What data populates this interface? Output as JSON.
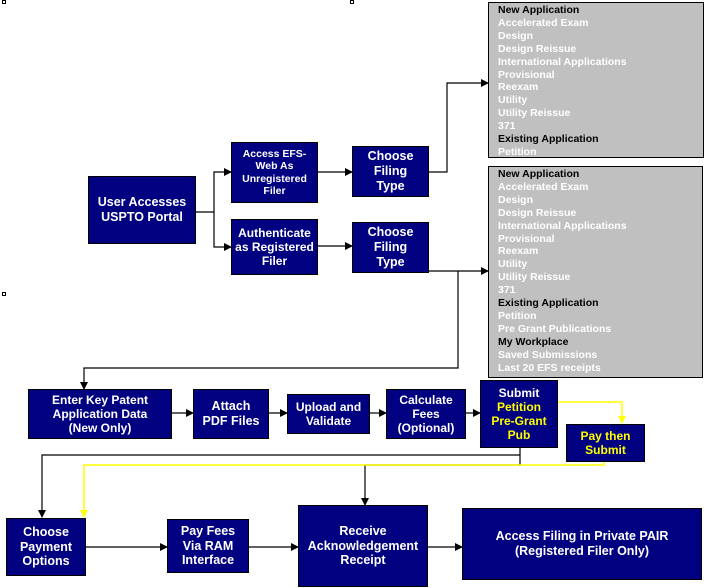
{
  "boxes": {
    "user_accesses": "User Accesses\nUSPTO Portal",
    "access_efs": "Access EFS-\nWeb As\nUnregistered\nFiler",
    "authenticate": "Authenticate\nas Registered\nFiler",
    "choose_filing_1": "Choose\nFiling\nType",
    "choose_filing_2": "Choose\nFiling\nType",
    "enter_key": "Enter Key Patent\nApplication Data\n(New Only)",
    "attach_pdf": "Attach\nPDF Files",
    "upload_validate": "Upload and\nValidate",
    "calculate_fees": "Calculate\nFees\n(Optional)",
    "submit_label": "Submit",
    "submit_highlight": "Petition\nPre-Grant\nPub",
    "pay_then_submit": "Pay then\nSubmit",
    "choose_payment": "Choose\nPayment\nOptions",
    "pay_fees_ram": "Pay Fees\nVia RAM\nInterface",
    "receive_ack": "Receive\nAcknowledgement\nReceipt",
    "access_pair": "Access Filing in Private PAIR\n(Registered Filer Only)"
  },
  "list_top": [
    {
      "text": "New Application",
      "heading": true
    },
    {
      "text": "Accelerated Exam",
      "heading": false
    },
    {
      "text": "Design",
      "heading": false
    },
    {
      "text": "Design Reissue",
      "heading": false
    },
    {
      "text": "International Applications",
      "heading": false
    },
    {
      "text": "Provisional",
      "heading": false
    },
    {
      "text": "Reexam",
      "heading": false
    },
    {
      "text": "Utility",
      "heading": false
    },
    {
      "text": "Utility Reissue",
      "heading": false
    },
    {
      "text": "371",
      "heading": false
    },
    {
      "text": "Existing Application",
      "heading": true
    },
    {
      "text": "Petition",
      "heading": false
    }
  ],
  "list_bottom": [
    {
      "text": "New Application",
      "heading": true
    },
    {
      "text": "Accelerated Exam",
      "heading": false
    },
    {
      "text": "Design",
      "heading": false
    },
    {
      "text": "Design Reissue",
      "heading": false
    },
    {
      "text": "International Applications",
      "heading": false
    },
    {
      "text": "Provisional",
      "heading": false
    },
    {
      "text": "Reexam",
      "heading": false
    },
    {
      "text": "Utility",
      "heading": false
    },
    {
      "text": "Utility Reissue",
      "heading": false
    },
    {
      "text": "371",
      "heading": false
    },
    {
      "text": "Existing Application",
      "heading": true
    },
    {
      "text": "Petition",
      "heading": false
    },
    {
      "text": "Pre Grant Publications",
      "heading": false
    },
    {
      "text": "My Workplace",
      "heading": true
    },
    {
      "text": "Saved Submissions",
      "heading": false
    },
    {
      "text": "Last 20 EFS receipts",
      "heading": false
    }
  ],
  "colors": {
    "box_fill": "#000080",
    "list_fill": "#c0c0c0",
    "highlight": "#ffff00"
  }
}
